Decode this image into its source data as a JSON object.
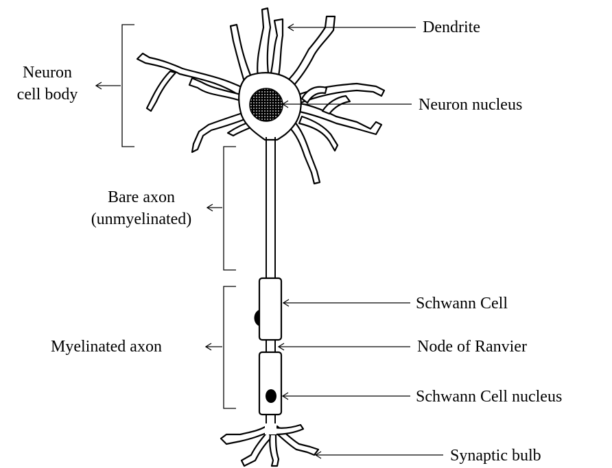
{
  "labels": {
    "dendrite": "Dendrite",
    "neuron_nucleus": "Neuron nucleus",
    "neuron_cell_body_line1": "Neuron",
    "neuron_cell_body_line2": "cell body",
    "bare_axon_line1": "Bare axon",
    "bare_axon_line2": "(unmyelinated)",
    "schwann_cell": "Schwann Cell",
    "node_of_ranvier": "Node of Ranvier",
    "myelinated_axon": "Myelinated axon",
    "schwann_cell_nucleus": "Schwann Cell nucleus",
    "synaptic_bulb": "Synaptic bulb"
  }
}
